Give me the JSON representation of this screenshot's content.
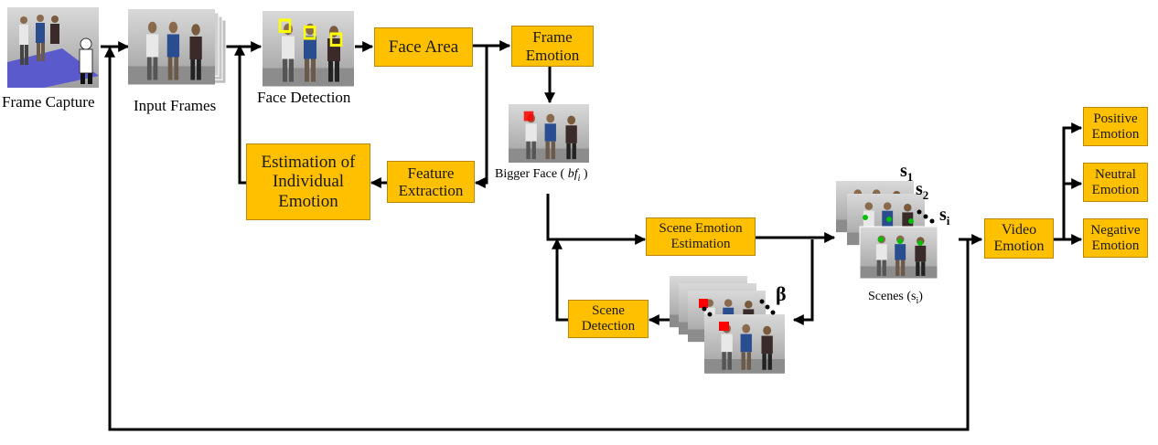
{
  "boxes": {
    "face_area": "Face Area",
    "frame_emotion": "Frame Emotion",
    "feature_extraction": "Feature Extraction",
    "estimation_individual": "Estimation of Individual Emotion",
    "scene_emotion_estimation": "Scene Emotion Estimation",
    "scene_detection": "Scene Detection",
    "video_emotion": "Video Emotion",
    "positive_emotion": "Positive Emotion",
    "neutral_emotion": "Neutral Emotion",
    "negative_emotion": "Negative Emotion"
  },
  "labels": {
    "frame_capture": "Frame Capture",
    "input_frames": "Input Frames",
    "face_detection": "Face Detection",
    "bigger_face_prefix": "Bigger Face (",
    "bigger_face_var": "bf",
    "bigger_face_sub": "i",
    "bigger_face_suffix": ")",
    "scenes_prefix": "Scenes (s",
    "scenes_sub": "i",
    "scenes_suffix": ")",
    "s1": "s",
    "s1_sub": "1",
    "s2": "s",
    "s2_sub": "2",
    "si": "s",
    "si_sub": "i",
    "beta": "β"
  },
  "colors": {
    "box_fill": "#ffc000",
    "arrow": "#000000",
    "face_box_yellow": "#ffff00",
    "face_box_red": "#ff0000"
  }
}
